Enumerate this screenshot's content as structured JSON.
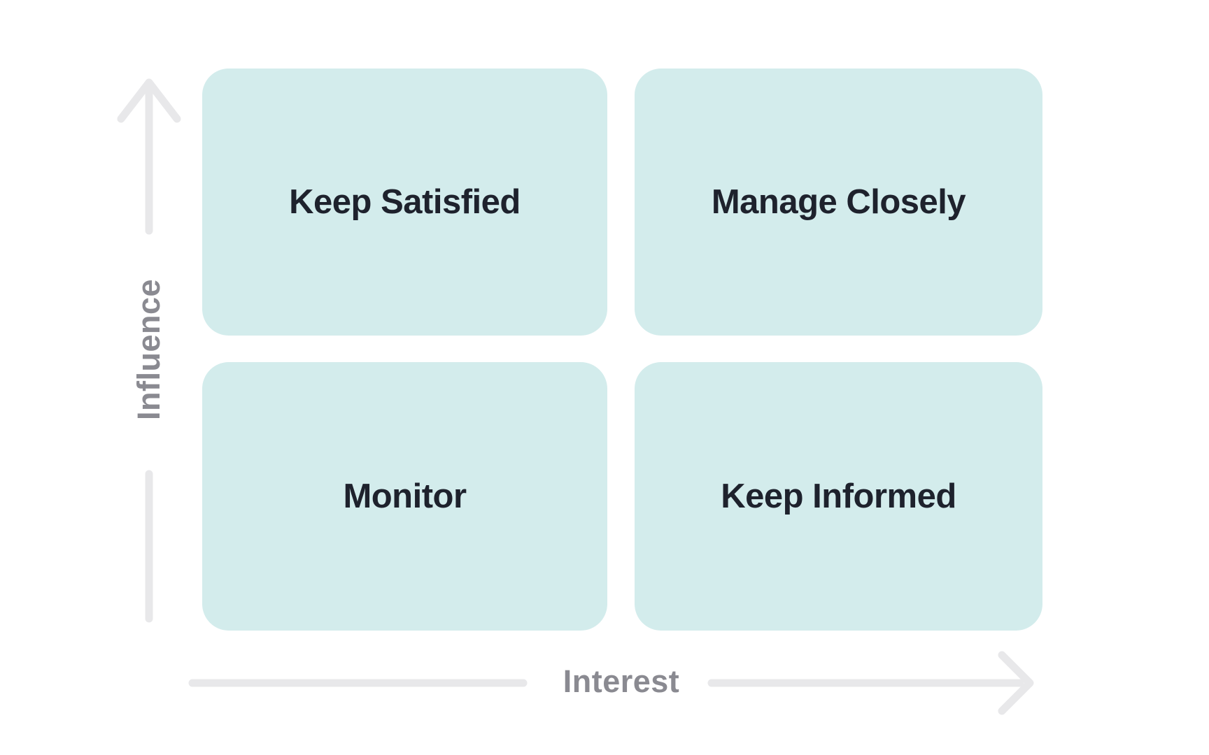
{
  "diagram": {
    "type": "quadrant-matrix",
    "title": "",
    "axes": {
      "y_label": "Influence",
      "x_label": "Interest"
    },
    "quadrants": [
      {
        "position": "top-left",
        "label": "Keep Satisfied"
      },
      {
        "position": "top-right",
        "label": "Manage Closely"
      },
      {
        "position": "bottom-left",
        "label": "Monitor"
      },
      {
        "position": "bottom-right",
        "label": "Keep Informed"
      }
    ],
    "colors": {
      "quadrant_fill": "#d3ecec",
      "quadrant_label_text": "#1e222d",
      "axis_arrow": "#e8e8ea",
      "axis_label_text": "#8a8a91",
      "background": "#ffffff"
    }
  }
}
